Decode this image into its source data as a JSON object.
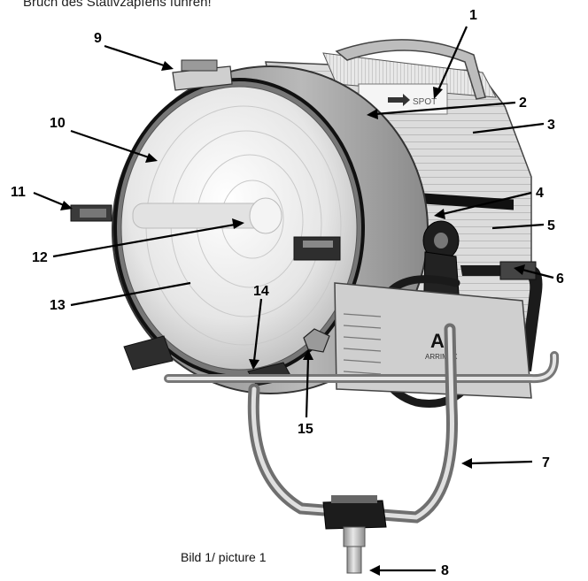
{
  "header_text": "Bruch des Stativzapfens führen!",
  "caption": "Bild 1/ picture 1",
  "spot_label": "SPOT",
  "brand_label": "ARRIMAX",
  "brand_logo": "A",
  "callouts": [
    "1",
    "2",
    "3",
    "4",
    "5",
    "6",
    "7",
    "8",
    "9",
    "10",
    "11",
    "12",
    "13",
    "14",
    "15"
  ]
}
